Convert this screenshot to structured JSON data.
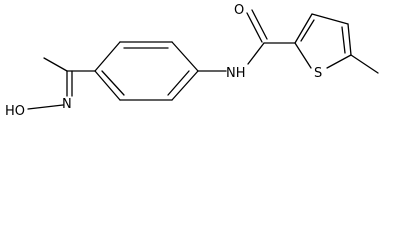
{
  "molecule": {
    "atom_labels": {
      "oxygen_carbonyl": "O",
      "amide_nh": "NH",
      "thiophene_sulfur": "S",
      "oxime_hydroxyl": "HO",
      "oxime_nitrogen": "N"
    }
  }
}
